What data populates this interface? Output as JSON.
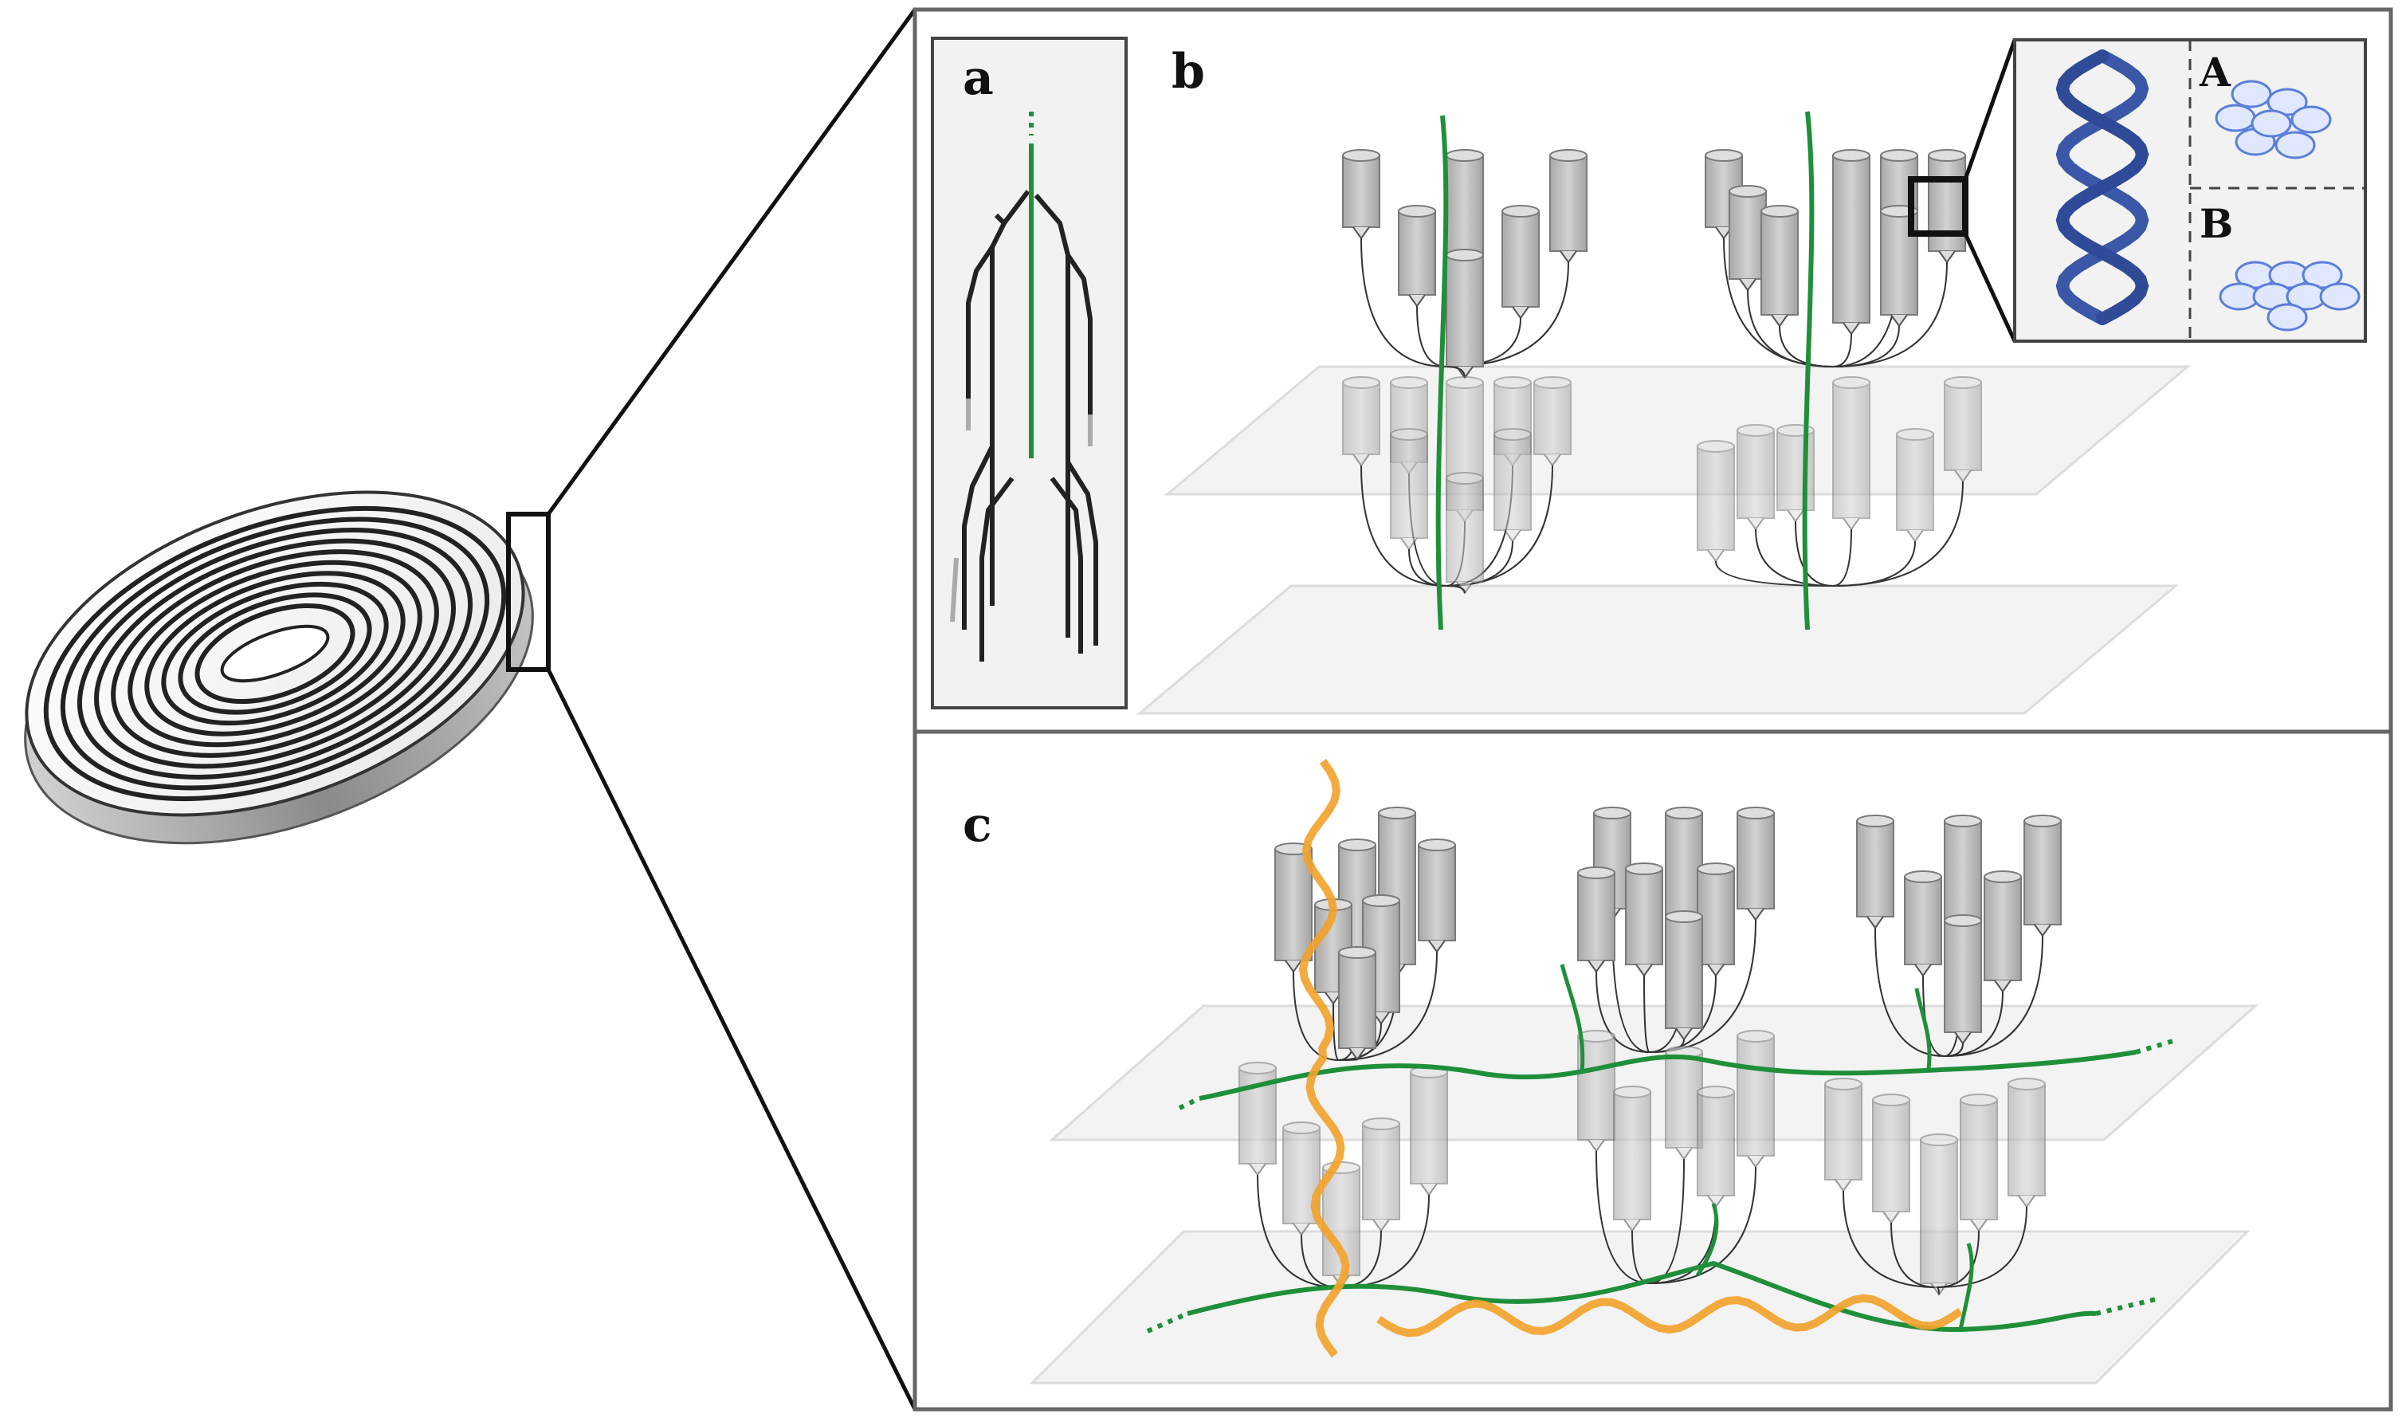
{
  "figure": {
    "panels": [
      {
        "id": "a",
        "label": "a"
      },
      {
        "id": "b",
        "label": "b"
      },
      {
        "id": "c",
        "label": "c"
      }
    ],
    "inset": {
      "labels": [
        "A",
        "B"
      ]
    },
    "colors": {
      "axon": "#1f8f3a",
      "helix": "#3a57a8",
      "ribbon": "#f2a22a",
      "fiber": "#b5b5b5",
      "frame": "#333333",
      "panel_bg": "#f2f2f2",
      "glycan": "#5b7fd9"
    }
  }
}
